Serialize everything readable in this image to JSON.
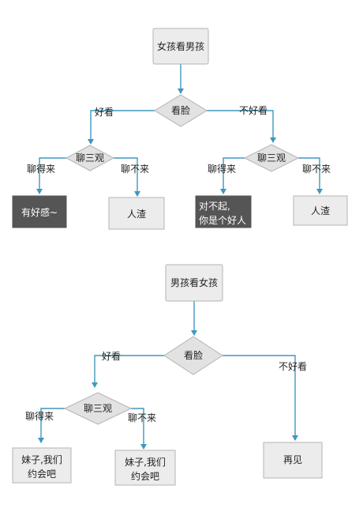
{
  "top": {
    "start": "女孩看男孩",
    "face": "看脸",
    "good_looking": "好看",
    "not_good_looking": "不好看",
    "left_values": "聊三观",
    "right_values": "聊三观",
    "left_get_along": "聊得来",
    "left_not_get_along": "聊不来",
    "right_get_along": "聊得来",
    "right_not_get_along": "聊不来",
    "crush": "有好感~",
    "jerk_left": "人渣",
    "good_person_line1": "对不起,",
    "good_person_line2": "你是个好人",
    "jerk_right": "人渣"
  },
  "bottom": {
    "start": "男孩看女孩",
    "face": "看脸",
    "good_looking": "好看",
    "not_good_looking": "不好看",
    "values": "聊三观",
    "get_along": "聊得来",
    "not_get_along": "聊不来",
    "date1_line1": "妹子,我们",
    "date1_line2": "约会吧",
    "date2_line1": "妹子,我们",
    "date2_line2": "约会吧",
    "bye": "再见"
  },
  "colors": {
    "edge": "#3f97bf",
    "box_fill": "#ececec",
    "dark_box": "#555555",
    "diamond_fill": "#e2e2e2"
  }
}
